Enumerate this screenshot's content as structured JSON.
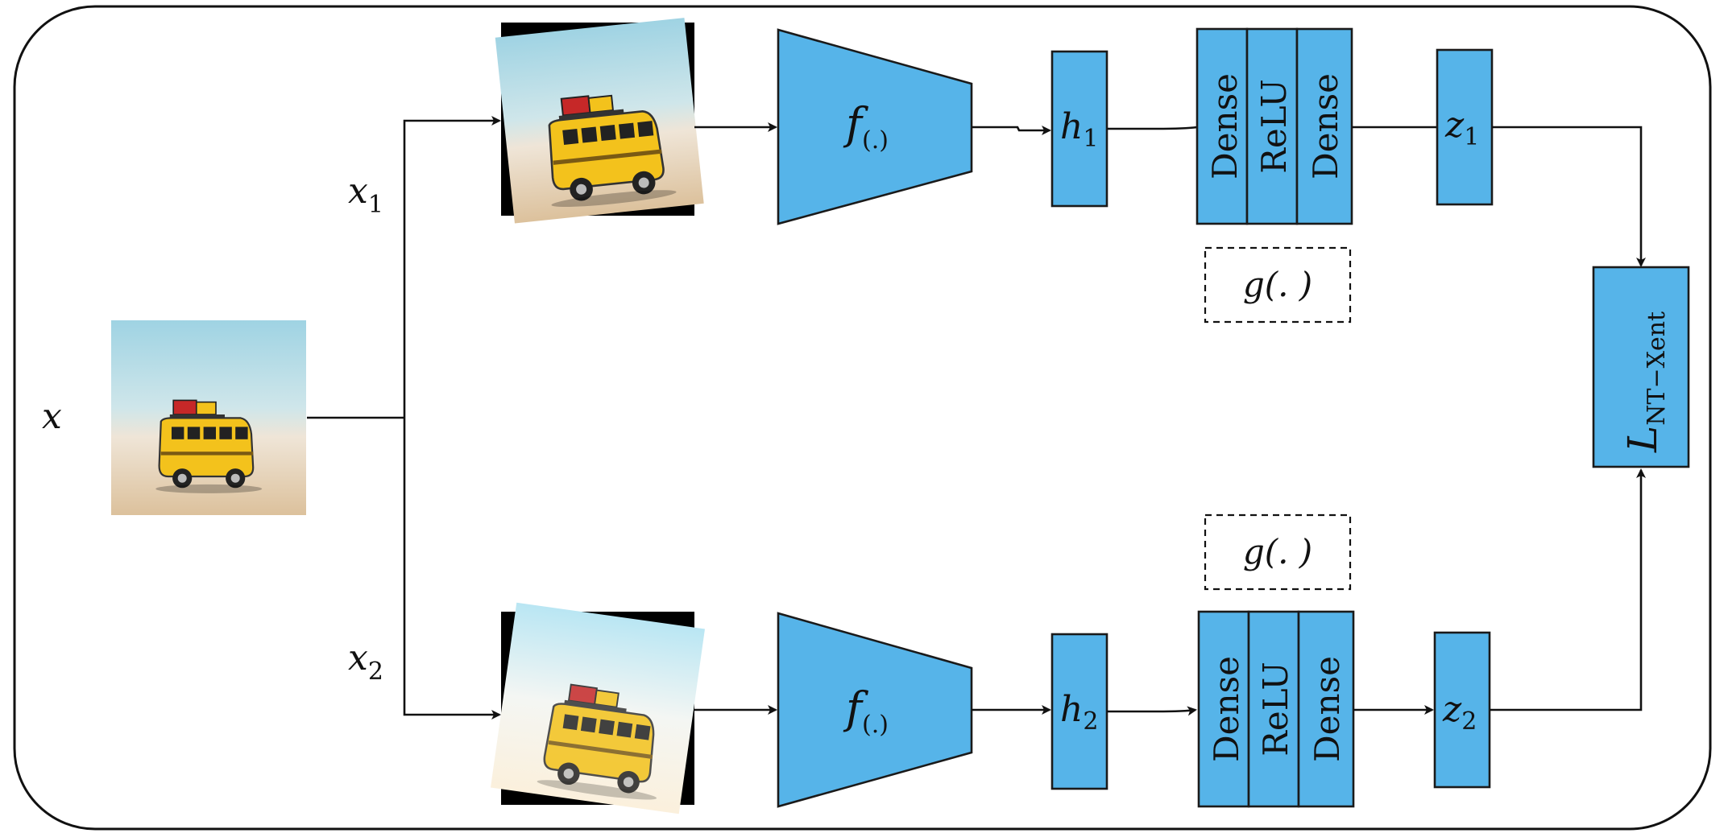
{
  "input": {
    "label": "x"
  },
  "branches": [
    {
      "view_label": "x",
      "view_sub": "1",
      "encoder_label": "f",
      "encoder_sub": "(.)",
      "h_label": "h",
      "h_sub": "1",
      "projection_layers": [
        "Dense",
        "ReLU",
        "Dense"
      ],
      "z_label": "z",
      "z_sub": "1"
    },
    {
      "view_label": "x",
      "view_sub": "2",
      "encoder_label": "f",
      "encoder_sub": "(.)",
      "h_label": "h",
      "h_sub": "2",
      "projection_layers": [
        "Dense",
        "ReLU",
        "Dense"
      ],
      "z_label": "z",
      "z_sub": "2"
    }
  ],
  "projection_head": {
    "label": "g(. )"
  },
  "loss": {
    "label": "L",
    "sub": "NT−Xent"
  },
  "colors": {
    "block": "#56B4E9",
    "stroke": "#1a1a1a",
    "sky": "#a8d8e6",
    "sand": "#e9d3b3",
    "bus": "#f3c21c"
  }
}
